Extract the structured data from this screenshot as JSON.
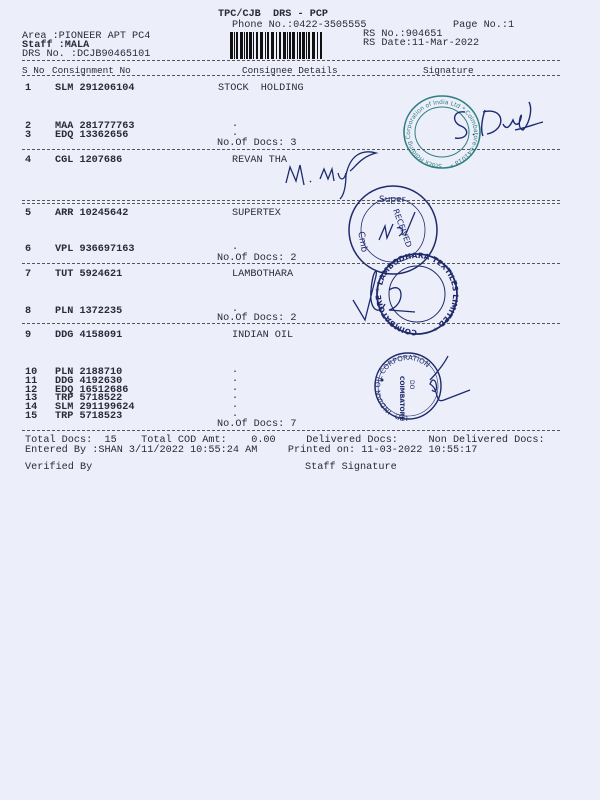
{
  "header": {
    "title": "TPC/CJB  DRS - PCP",
    "phone": "Phone No.:0422-3505555",
    "page_no": "Page No.:1",
    "area": "Area :PIONEER APT PC4",
    "staff": "Staff :MALA",
    "drs_no": "DRS No. :DCJB90465101",
    "rs_no": "RS No.:904651",
    "rs_date": "RS Date:11-Mar-2022"
  },
  "columns": {
    "sno": "S No",
    "consignment": "Consignment No",
    "consignee": "Consignee Details",
    "signature": "Signature"
  },
  "rows": [
    {
      "sno": "1",
      "consignment": "SLM 291206104",
      "consignee": "STOCK  HOLDING"
    },
    {
      "sno": "2",
      "consignment": "MAA 281777763",
      "consignee": "."
    },
    {
      "sno": "3",
      "consignment": "EDQ 13362656",
      "consignee": "."
    },
    {
      "sno": "4",
      "consignment": "CGL 1207686",
      "consignee": "REVAN THA"
    },
    {
      "sno": "5",
      "consignment": "ARR 10245642",
      "consignee": "SUPERTEX"
    },
    {
      "sno": "6",
      "consignment": "VPL 936697163",
      "consignee": "."
    },
    {
      "sno": "7",
      "consignment": "TUT 5924621",
      "consignee": "LAMBOTHARA"
    },
    {
      "sno": "8",
      "consignment": "PLN 1372235",
      "consignee": "."
    },
    {
      "sno": "9",
      "consignment": "DDG 4158091",
      "consignee": "INDIAN OIL"
    },
    {
      "sno": "10",
      "consignment": "PLN 2188710",
      "consignee": "."
    },
    {
      "sno": "11",
      "consignment": "DDG 4192630",
      "consignee": "."
    },
    {
      "sno": "12",
      "consignment": "EDQ 16512686",
      "consignee": "."
    },
    {
      "sno": "13",
      "consignment": "TRP 5718522",
      "consignee": "."
    },
    {
      "sno": "14",
      "consignment": "SLM 291199624",
      "consignee": "."
    },
    {
      "sno": "15",
      "consignment": "TRP 5718523",
      "consignee": "."
    }
  ],
  "group_docs": [
    "No.Of Docs: 3",
    "No.Of Docs: 2",
    "No.Of Docs: 2",
    "No.Of Docs: 7"
  ],
  "footer": {
    "totals": "Total Docs:  15    Total COD Amt:    0.00     Delivered Docs:     Non Delivered Docs:",
    "entered": "Entered By :SHAN 3/11/2022 10:55:24 AM     Printed on: 11-03-2022 10:55:17",
    "verified_by": "Verified By",
    "staff_signature": "Staff Signature"
  },
  "stamps": {
    "stock_holding": "Stock Holding Corporation of India Ltd * Coimbatore - 641 018 *",
    "supertex": "Supertex Industries * Coimbatore * RECEIVED",
    "lambodhara": "LAMBODHARA TEXTILES LIMITED * COIMBATORE *",
    "indian_oil": "INDIAN OIL CORPORATION LTD. COIMBATORE DO"
  },
  "colors": {
    "paper": "#eceef9",
    "ink": "#2a2a3a",
    "stamp_teal": "#2f7f82",
    "stamp_navy": "#1f2a6a",
    "pen_blue": "#1c2a70"
  }
}
